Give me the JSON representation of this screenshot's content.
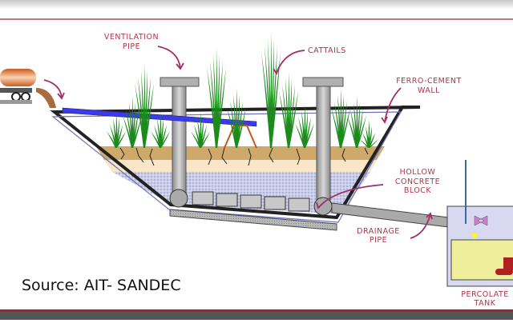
{
  "labels": {
    "ventilation_pipe": [
      "VENTILATION",
      "PIPE"
    ],
    "cattails": "CATTAILS",
    "ferro_cement_wall": [
      "FERRO-CEMENT",
      "WALL"
    ],
    "hollow_concrete_block": [
      "HOLLOW",
      "CONCRETE",
      "BLOCK"
    ],
    "drainage_pipe": [
      "DRAINAGE",
      "PIPE"
    ],
    "percolate_tank": [
      "PERCOLATE",
      "TANK"
    ]
  },
  "source": "Source: AIT- SANDEC",
  "colors": {
    "label": "#b0344a",
    "plant": "#1d8a1d",
    "inlet_pipe": "#3a3af0",
    "frame_line": "#b04a50"
  }
}
